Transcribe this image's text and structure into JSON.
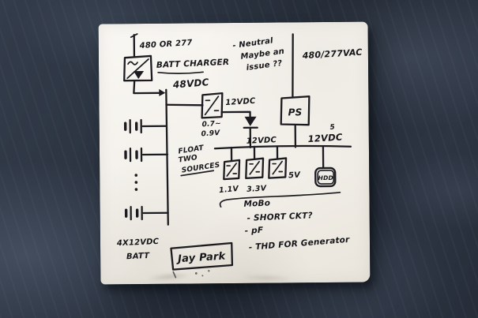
{
  "colors": {
    "background_slate": "#2a313d",
    "napkin": "#f3f0ea",
    "ink": "#1b1b20"
  },
  "diagram": {
    "source_label": "480 OR 277",
    "charger_label": "BATT CHARGER",
    "bus48_label": "48VDC",
    "conv1_out_label": "12VDC",
    "diode_drop": {
      "line1": "0.7~",
      "line2": "0.9V"
    },
    "float_note": [
      "FLOAT",
      "TWO",
      "SOURCES"
    ],
    "bus12_label": "12VDC",
    "ps_label": "PS",
    "mains_label": "480/277VAC",
    "neutral_note": [
      "- Neutral",
      "Maybe an",
      "issue ??"
    ],
    "rail_current_label": "5",
    "rail12_label": "12VDC",
    "rail_1v1_label": "1.1V",
    "rail_3v3_label": "3.3V",
    "rail_5v_label": "5V",
    "hdd_label": "HDD",
    "mobo_label": "MoBo",
    "notes": [
      "- SHORT CKT?",
      "- pF",
      "- THD FOR Generator"
    ],
    "battery_bank": [
      "4X12VDC",
      "BATT"
    ],
    "signature": "Jay Park"
  }
}
